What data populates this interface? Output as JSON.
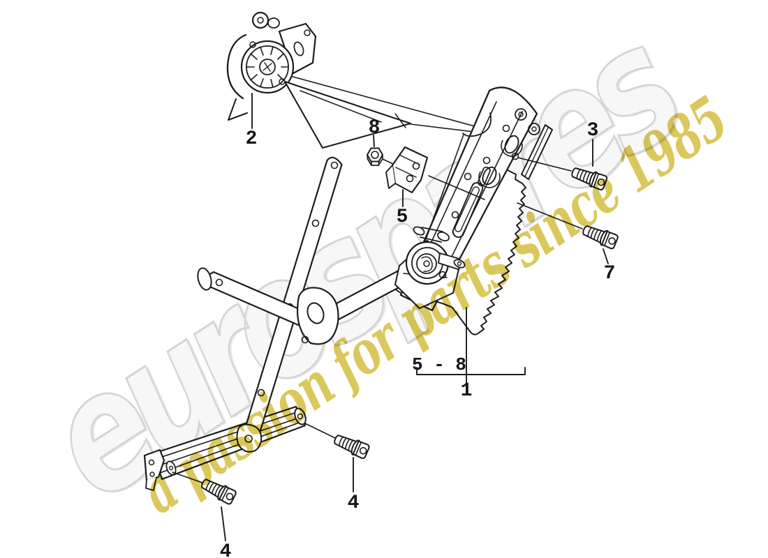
{
  "watermark": {
    "brand": "eurospares",
    "tagline": "a passion for parts since 1985",
    "brand_color": "#f7f7f7",
    "brand_outline_color": "#d5d5d5",
    "tagline_color": "#d2ba33"
  },
  "diagram": {
    "background_color": "#ffffff",
    "line_color": "#1c1c1c",
    "callouts": {
      "motor": "2",
      "nut": "8",
      "bracket": "5",
      "bolt_top_right": "3",
      "bolt_mid_right": "7",
      "bolt_bottom_left": "4",
      "bolt_bottom_right": "4",
      "assembly": "1",
      "assembly_group": "5 - 8"
    }
  }
}
